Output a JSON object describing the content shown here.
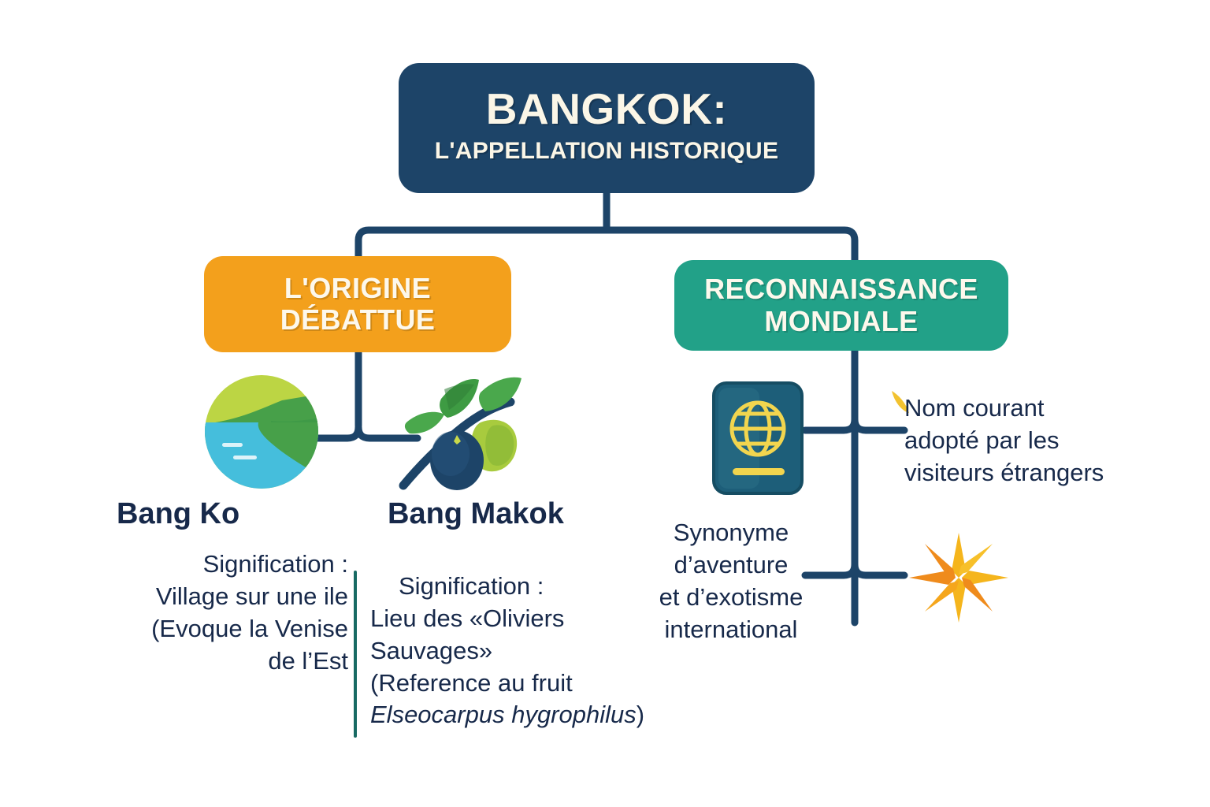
{
  "title": {
    "main": "BANGKOK:",
    "subtitle": "L'APPELLATION HISTORIQUE"
  },
  "branches": {
    "left": {
      "label_line1": "L'ORIGINE",
      "label_line2": "DÉBATTUE",
      "color": "#f3a01c"
    },
    "right": {
      "label_line1": "RECONNAISSANCE",
      "label_line2": "MONDIALE",
      "color": "#22a188"
    }
  },
  "items": {
    "bangko": {
      "term": "Bang Ko",
      "icon": "island-icon",
      "desc_line1": "Signification :",
      "desc_line2": "Village sur une ile",
      "desc_line3": "(Evoque la  Venise",
      "desc_line4": "de l’Est"
    },
    "bangmakok": {
      "term": "Bang Makok",
      "icon": "olive-branch-icon",
      "desc_line1": "Signification :",
      "desc_line2": "Lieu des «Oliviers",
      "desc_line3": "Sauvages»",
      "desc_line4": "(Reference au fruit",
      "desc_line5_italic": "Elseocarpus hygrophilus",
      "desc_line5_tail": ")"
    },
    "nom_courant": {
      "icon": "passport-icon",
      "accent_icon": "spark-icon",
      "desc_line1": "Nom courant",
      "desc_line2": "adopté par les",
      "desc_line3": "visiteurs étrangers"
    },
    "synonyme": {
      "icon": "compass-star-icon",
      "desc_line1": "Synonyme",
      "desc_line2": "d’aventure",
      "desc_line3": "et d’exotisme",
      "desc_line4": "international"
    }
  },
  "colors": {
    "navy": "#1d4468",
    "orange": "#f3a01c",
    "teal": "#22a188",
    "text": "#17294a",
    "cream": "#fbf6e7",
    "divider": "#186a63",
    "gold": "#f2c230"
  }
}
